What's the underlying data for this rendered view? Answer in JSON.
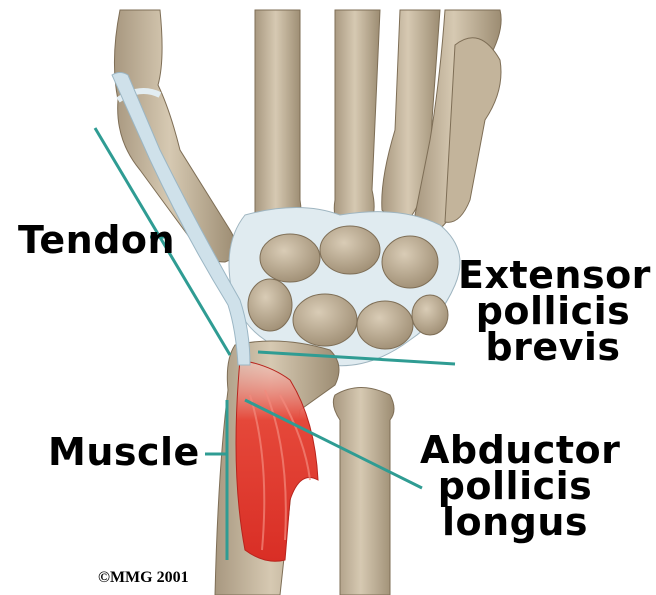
{
  "labels": {
    "tendon": "Tendon",
    "muscle": "Muscle",
    "extensor": [
      "Extensor",
      "pollicis",
      "brevis"
    ],
    "abductor": [
      "Abductor",
      "pollicis",
      "longus"
    ]
  },
  "copyright": "©MMG 2001",
  "colors": {
    "bone": "#cdbfa8",
    "bone_shadow": "#8f7f66",
    "cartilage": "#dde9ef",
    "tendon": "#cfe1ea",
    "muscle": "#e2392f",
    "leader_line": "#2f9c93"
  }
}
